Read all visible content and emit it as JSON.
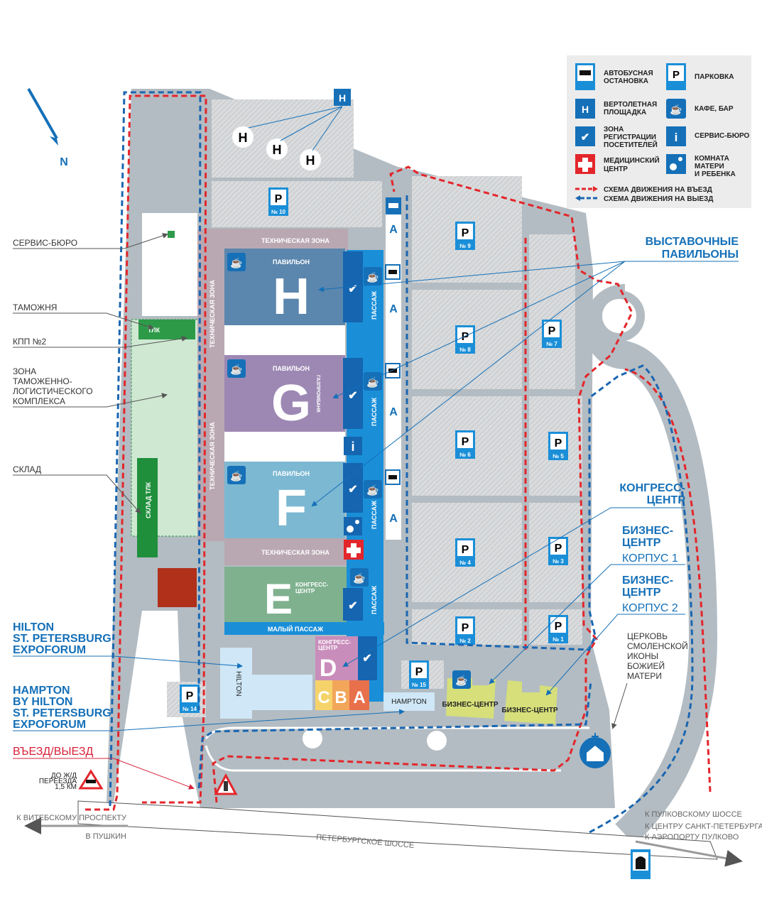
{
  "compass": {
    "north": "N"
  },
  "legend": {
    "bus_stop": "АВТОБУСНАЯ ОСТАНОВКА",
    "bus_stop_l1": "АВТОБУСНАЯ",
    "bus_stop_l2": "ОСТАНОВКА",
    "parking": "ПАРКОВКА",
    "heli_l1": "ВЕРТОЛЕТНАЯ",
    "heli_l2": "ПЛОЩАДКА",
    "cafe": "КАФЕ, БАР",
    "reg_l1": "ЗОНА",
    "reg_l2": "РЕГИСТРАЦИИ",
    "reg_l3": "ПОСЕТИТЕЛЕЙ",
    "service": "СЕРВИС-БЮРО",
    "med_l1": "МЕДИЦИНСКИЙ",
    "med_l2": "ЦЕНТР",
    "mother_l1": "КОМНАТА",
    "mother_l2": "МАТЕРИ",
    "mother_l3": "И РЕБЕНКА",
    "route_in": "СХЕМА ДВИЖЕНИЯ НА ВЪЕЗД",
    "route_out": "СХЕМА ДВИЖЕНИЯ НА ВЫЕЗД",
    "p_glyph": "P",
    "h_glyph": "H",
    "i_glyph": "i"
  },
  "left_labels": {
    "service": "СЕРВИС-БЮРО",
    "customs": "ТАМОЖНЯ",
    "kpp": "КПП №2",
    "zone_l1": "ЗОНА",
    "zone_l2": "ТАМОЖЕННО-",
    "zone_l3": "ЛОГИСТИЧЕСКОГО",
    "zone_l4": "КОМПЛЕКСА",
    "warehouse": "СКЛАД",
    "hilton_l1": "HILTON",
    "hilton_l2": "ST. PETERSBURG",
    "hilton_l3": "EXPOFORUM",
    "hampton_l1": "HAMPTON",
    "hampton_l2": "BY HILTON",
    "hampton_l3": "ST. PETERSBURG",
    "hampton_l4": "EXPOFORUM",
    "entry": "ВЪЕЗД/ВЫЕЗД",
    "rail_l1": "ДО Ж/Д",
    "rail_l2": "ПЕРЕЕЗДА",
    "rail_l3": "1,5 КМ"
  },
  "right_labels": {
    "pavilions_l1": "ВЫСТАВОЧНЫЕ",
    "pavilions_l2": "ПАВИЛЬОНЫ",
    "congress_l1": "КОНГРЕСС-",
    "congress_l2": "ЦЕНТР",
    "bc1_l1": "БИЗНЕС-",
    "bc1_l2": "ЦЕНТР",
    "bc1_l3": "КОРПУС 1",
    "bc2_l1": "БИЗНЕС-",
    "bc2_l2": "ЦЕНТР",
    "bc2_l3": "КОРПУС 2",
    "church_l1": "ЦЕРКОВЬ",
    "church_l2": "СМОЛЕНСКОЙ",
    "church_l3": "ИКОНЫ",
    "church_l4": "БОЖИЕЙ",
    "church_l5": "МАТЕРИ"
  },
  "buildings": {
    "tech_zone": "ТЕХНИЧЕСКАЯ ЗОНА",
    "pavilion": "ПАВИЛЬОН",
    "pav_h": "H",
    "pav_g": "G",
    "pav_f": "F",
    "pav_e": "E",
    "pav_d": "D",
    "pav_c": "C",
    "pav_b": "B",
    "pav_a": "A",
    "gazprombank": "ГАЗПРОМБАНК",
    "passage": "ПАССАЖ",
    "small_passage": "МАЛЫЙ ПАССАЖ",
    "congress_l1": "КОНГРЕСС-",
    "congress_l2": "ЦЕНТР",
    "hilton": "HILTON",
    "hampton": "HAMPTON",
    "business_center": "БИЗНЕС-ЦЕНТР",
    "tlk": "ТЛК",
    "warehouse_tlk": "СКЛАД ТЛК",
    "shuttle": "A"
  },
  "parking": [
    "№ 10",
    "№ 9",
    "№ 8",
    "№ 7",
    "№ 6",
    "№ 5",
    "№ 4",
    "№ 3",
    "№ 2",
    "№ 1",
    "№ 15",
    "№ 14"
  ],
  "roads": {
    "vitebsky": "К ВИТЕБСКОМУ ПРОСПЕКТУ",
    "pushkin": "В ПУШКИН",
    "highway": "ПЕТЕРБУРГСКОЕ ШОССЕ",
    "pulkovo_hwy": "К ПУЛКОВСКОМУ ШОССЕ",
    "center": "К ЦЕНТРУ САНКТ-ПЕТЕРБУРГА,",
    "airport": "К АЭРОПОРТУ ПУЛКОВО"
  },
  "colors": {
    "brand_blue": "#1570b8",
    "passage": "#1a8fd8",
    "pav_h": "#5b86ad",
    "pav_g": "#9d88b4",
    "pav_f": "#7cb8d2",
    "pav_e": "#7fb18f",
    "pav_d": "#c98dbb",
    "route_red": "#e3262b",
    "route_blue": "#1b66b1"
  }
}
